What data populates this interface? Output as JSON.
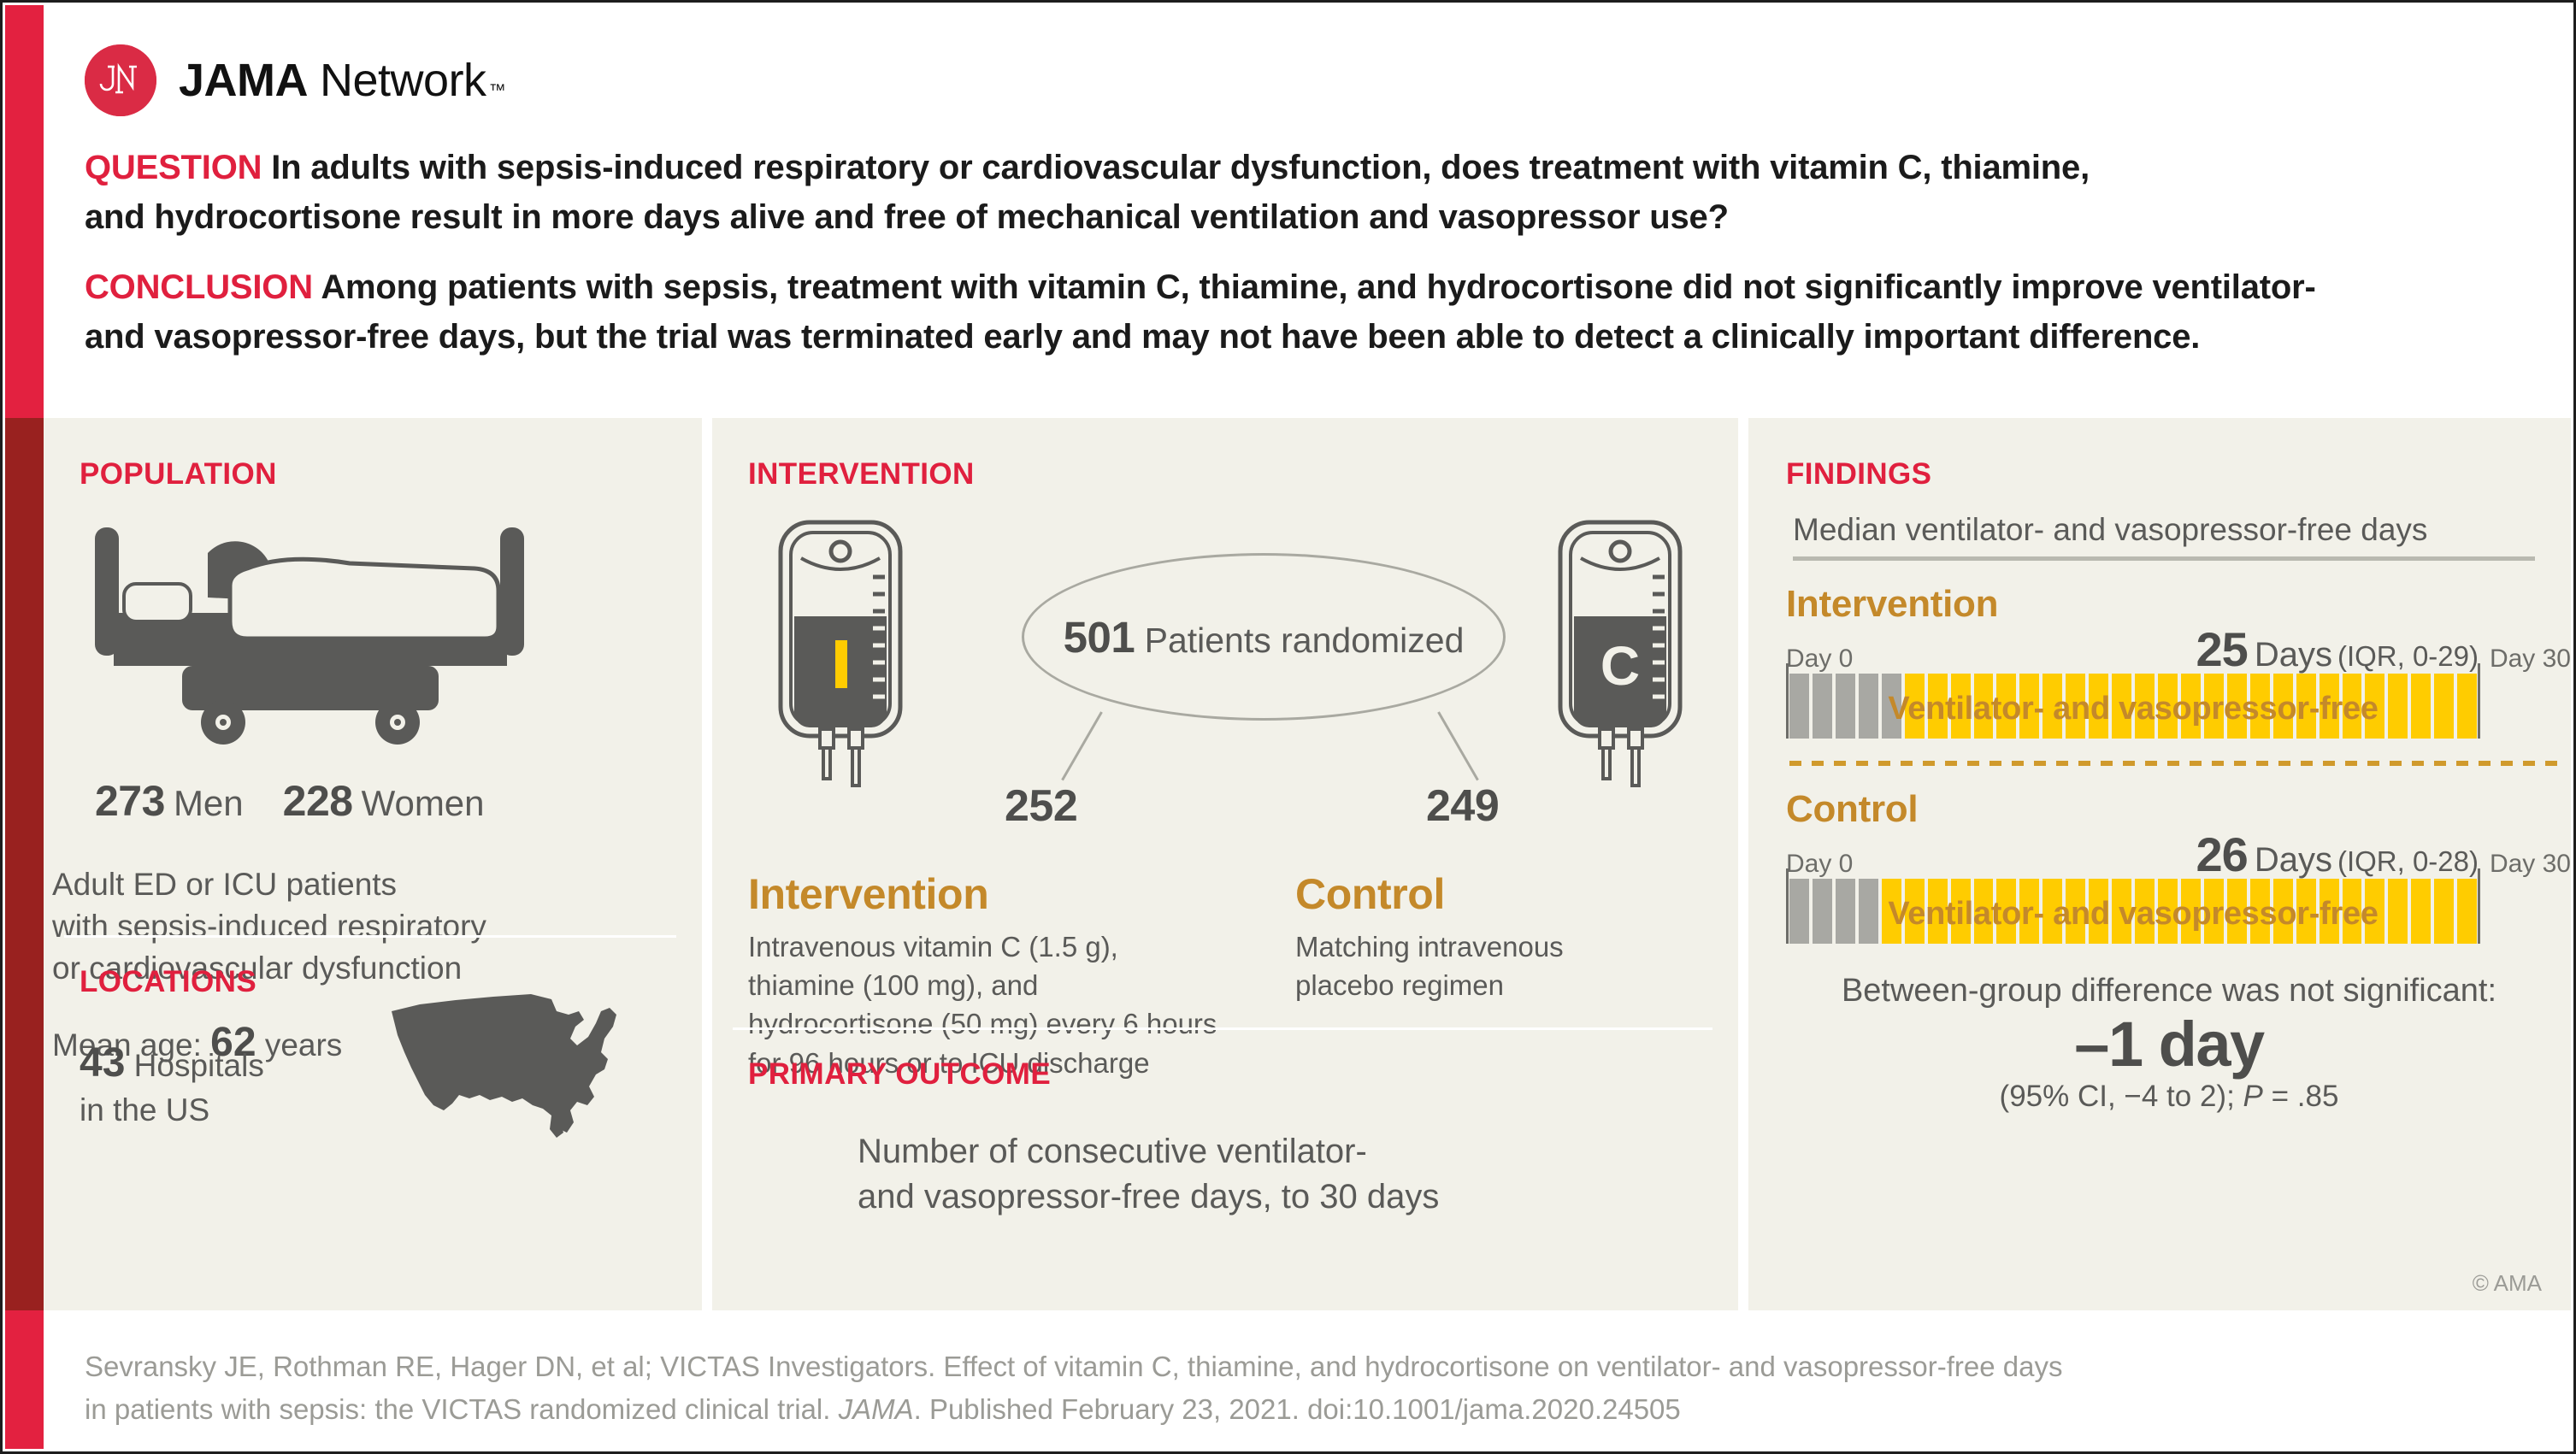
{
  "brand": {
    "logo_initials": "JN",
    "name_bold": "JAMA",
    "name_light": "Network",
    "tm": "™"
  },
  "header": {
    "question_label": "QUESTION",
    "question_line1": " In adults with sepsis-induced respiratory or cardiovascular dysfunction, does treatment with vitamin C, thiamine,",
    "question_line2": "and hydrocortisone result in more days alive and free of mechanical ventilation and vasopressor use?",
    "conclusion_label": "CONCLUSION",
    "conclusion_line1": " Among patients with sepsis, treatment with vitamin C, thiamine, and hydrocortisone did not significantly improve ventilator-",
    "conclusion_line2": "and vasopressor-free days, but the trial was terminated early and may not have been able to detect a clinically important difference."
  },
  "population": {
    "heading": "POPULATION",
    "men_value": "273",
    "men_label": "Men",
    "women_value": "228",
    "women_label": "Women",
    "description_line1": "Adult ED or ICU patients",
    "description_line2": "with sepsis-induced respiratory",
    "description_line3": "or cardiovascular dysfunction",
    "age_prefix": "Mean age:",
    "age_value": "62",
    "age_suffix": "years"
  },
  "locations": {
    "heading": "LOCATIONS",
    "count": "43",
    "count_label": "Hospitals",
    "line2": "in the US"
  },
  "intervention": {
    "heading": "INTERVENTION",
    "bag_left_letter": "I",
    "bag_right_letter": "C",
    "randomized_value": "501",
    "randomized_label": "Patients randomized",
    "arm_a_n": "252",
    "arm_b_n": "249",
    "arm_a_title": "Intervention",
    "arm_a_line1": "Intravenous vitamin C (1.5 g),",
    "arm_a_line2": "thiamine (100 mg), and",
    "arm_a_line3": "hydrocortisone (50 mg) every 6 hours",
    "arm_a_line4": "for 96 hours or to ICU discharge",
    "arm_b_title": "Control",
    "arm_b_line1": "Matching intravenous",
    "arm_b_line2": "placebo regimen"
  },
  "primary_outcome": {
    "heading": "PRIMARY OUTCOME",
    "line1": "Number of consecutive ventilator-",
    "line2": "and vasopressor-free days, to 30 days"
  },
  "findings": {
    "heading": "FINDINGS",
    "chart_title": "Median ventilator- and vasopressor-free days",
    "day0_label": "Day 0",
    "day30_label": "Day 30",
    "bar_inner_label": "Ventilator- and vasopressor-free",
    "days_word": "Days",
    "intervention_group": "Intervention",
    "intervention_days": "25",
    "intervention_iqr": "(IQR, 0-29)",
    "control_group": "Control",
    "control_days": "26",
    "control_iqr": "(IQR, 0-28)",
    "diff_line1": "Between-group difference was not significant:",
    "diff_value": "–1 day",
    "diff_ci_pre": "(95% CI, −4 to 2); ",
    "diff_ci_p_italic": "P",
    "diff_ci_post": " = .85",
    "copyright": "© AMA"
  },
  "footer": {
    "line1": "Sevransky JE, Rothman RE, Hager DN, et al; VICTAS Investigators. Effect of vitamin C, thiamine, and hydrocortisone on ventilator- and vasopressor-free days",
    "line2_a": "in patients with sepsis: the VICTAS randomized clinical trial. ",
    "line2_italic": "JAMA",
    "line2_b": ". Published February 23, 2021. doi:10.1001/jama.2020.24505"
  },
  "chart_data": {
    "type": "bar",
    "title": "Median ventilator- and vasopressor-free days",
    "xlabel": "Days",
    "xlim": [
      0,
      30
    ],
    "x_tick_labels": [
      "Day 0",
      "Day 30"
    ],
    "total_segments": 30,
    "series": [
      {
        "name": "Intervention",
        "free_days": 25,
        "not_free_days": 5,
        "iqr": [
          0,
          29
        ],
        "n": 252
      },
      {
        "name": "Control",
        "free_days": 26,
        "not_free_days": 4,
        "iqr": [
          0,
          28
        ],
        "n": 249
      }
    ],
    "difference_days": -1,
    "ci95": [
      -4,
      2
    ],
    "p_value": 0.85,
    "colors": {
      "free": "#ffcc00",
      "not_free": "#a8a8a3",
      "accent": "#c4892a",
      "brand": "#e0203e"
    }
  }
}
